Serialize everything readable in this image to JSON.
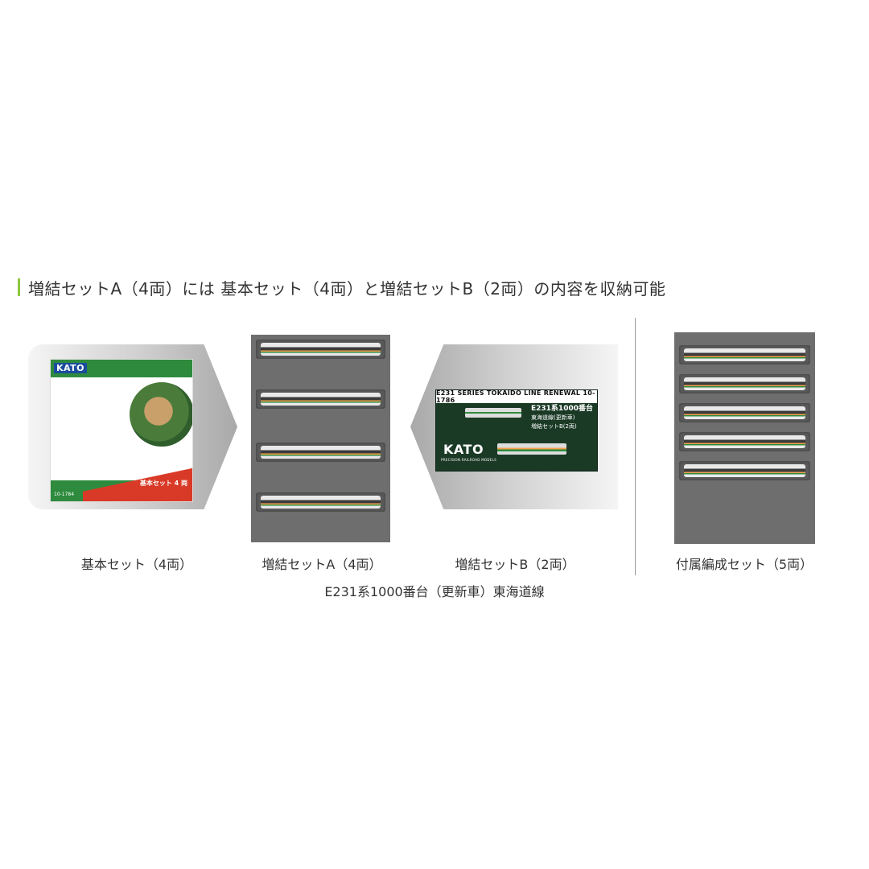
{
  "heading": "増結セットA（4両）には 基本セット（4両）と増結セットB（2両）の内容を収納可能",
  "brand_color": "#8dc63f",
  "products": {
    "basic": {
      "caption": "基本セット（4両）",
      "box_brand": "KATO",
      "box_set_label": "基本セット 4 両",
      "box_code": "10-1784"
    },
    "set_a": {
      "caption": "増結セットA（4両）",
      "cars": 4
    },
    "set_b": {
      "caption": "増結セットB（2両）",
      "box_title": "E231 SERIES TOKAIDO LINE RENEWAL 10-1786",
      "box_name": "E231系1000番台",
      "box_line": "東海道線(更新車)",
      "box_set": "増結セットB(2両)",
      "box_brand": "KATO",
      "box_tagline": "PRECISION RAILROAD MODELS"
    },
    "set_5": {
      "caption": "付属編成セット（5両）",
      "cars": 5
    }
  },
  "footer": "E231系1000番台（更新車）東海道線"
}
